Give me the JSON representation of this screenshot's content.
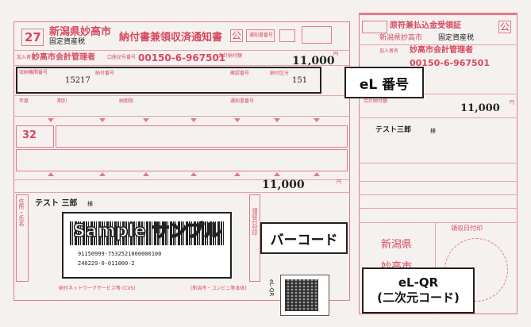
{
  "form": {
    "code": "27",
    "city_title": "新潟県妙高市",
    "tax_type": "固定資産税",
    "main_title": "納付書兼領収済通知書",
    "public_stamp": "公",
    "stamp_small": "通知書番号",
    "payee_label": "加入者名",
    "payee": "妙高市会計管理者",
    "account_label": "口座記号番号",
    "account": "00150-6-967501",
    "amount_label": "合計納付額",
    "amount": "11,000",
    "yen": "円",
    "receipt_label": "収納機関番号",
    "receipt_no": "15217",
    "tax_no_label": "納付番号",
    "check_label": "確認番号",
    "class_label": "納付区分",
    "class_no": "151",
    "year_label": "年度",
    "period_label": "期別",
    "deadline_label": "納期限",
    "notice_label": "通知書番号",
    "box_number": "32",
    "honorific": "様",
    "payer_name": "テスト 三郎",
    "payer_label": "住所・氏名",
    "bar_text_1": "91150999-7532521000000100",
    "bar_text_2": "240229-0-011000-2",
    "bottom_note": "納付ネットワークサービス等 (CVS)",
    "bottom_note2": "(新潟市・コンビニ等本体)",
    "vertical_label": "領収日付印",
    "el_qr_vertical": "eL-QR"
  },
  "receipt": {
    "title": "原符兼払込金受領証",
    "public_stamp": "公",
    "city": "新潟県妙高市",
    "tax_type": "固定資産税",
    "payee_label": "加入者名",
    "payee": "妙高市会計管理者",
    "account": "00150-6-967501",
    "amount": "11,000",
    "yen": "円",
    "amount_label": "合計納付額",
    "payer": "テスト三郎",
    "honorific": "様",
    "city_bottom": "新潟県",
    "city_bottom2": "妙高市",
    "stamp_label": "領収日付印"
  },
  "annotations": {
    "el_number": "eL 番号",
    "barcode": "バーコード",
    "qr_line1": "eL-QR",
    "qr_line2": "(二次元コード)"
  },
  "barcode_sample": "Sample サンプル",
  "colors": {
    "accent": "#d6495f",
    "line": "#e9a2ad"
  }
}
